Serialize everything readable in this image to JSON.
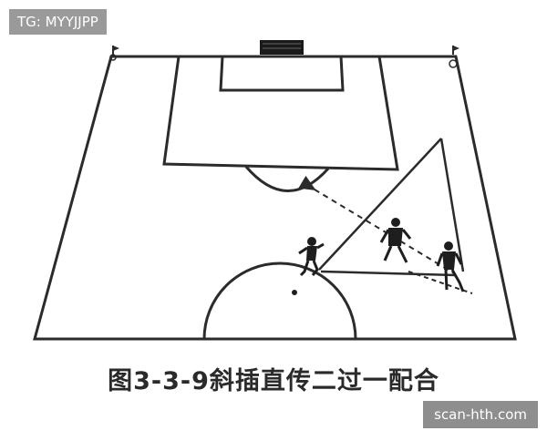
{
  "watermark_top": "TG: MYYJJPP",
  "caption": "图3-3-9斜插直传二过一配合",
  "watermark_bottom": "scan-hth.com",
  "colors": {
    "line": "#2b2b2b",
    "badge_gray": "#9a9a9a",
    "badge_text": "#ffffff"
  },
  "icons": [
    "goal-net-icon",
    "corner-flag-icon",
    "player-icon",
    "ball-icon"
  ]
}
